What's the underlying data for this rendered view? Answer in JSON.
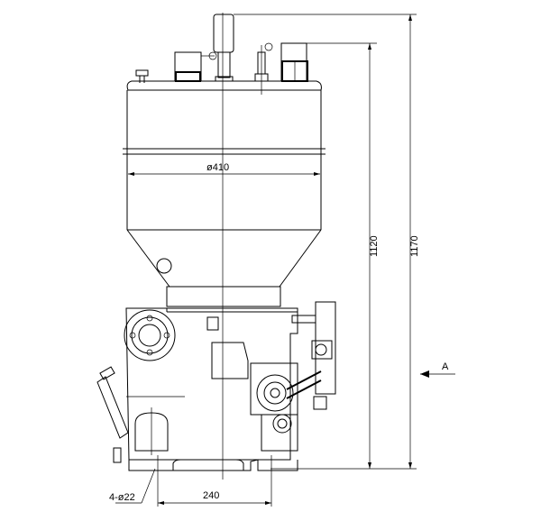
{
  "drawing": {
    "dimensions": {
      "tank_diameter": "ø410",
      "height_inner": "1120",
      "height_total": "1170",
      "foot_spacing": "240",
      "mounting_holes": "4-ø22"
    },
    "view_marker": "A"
  }
}
